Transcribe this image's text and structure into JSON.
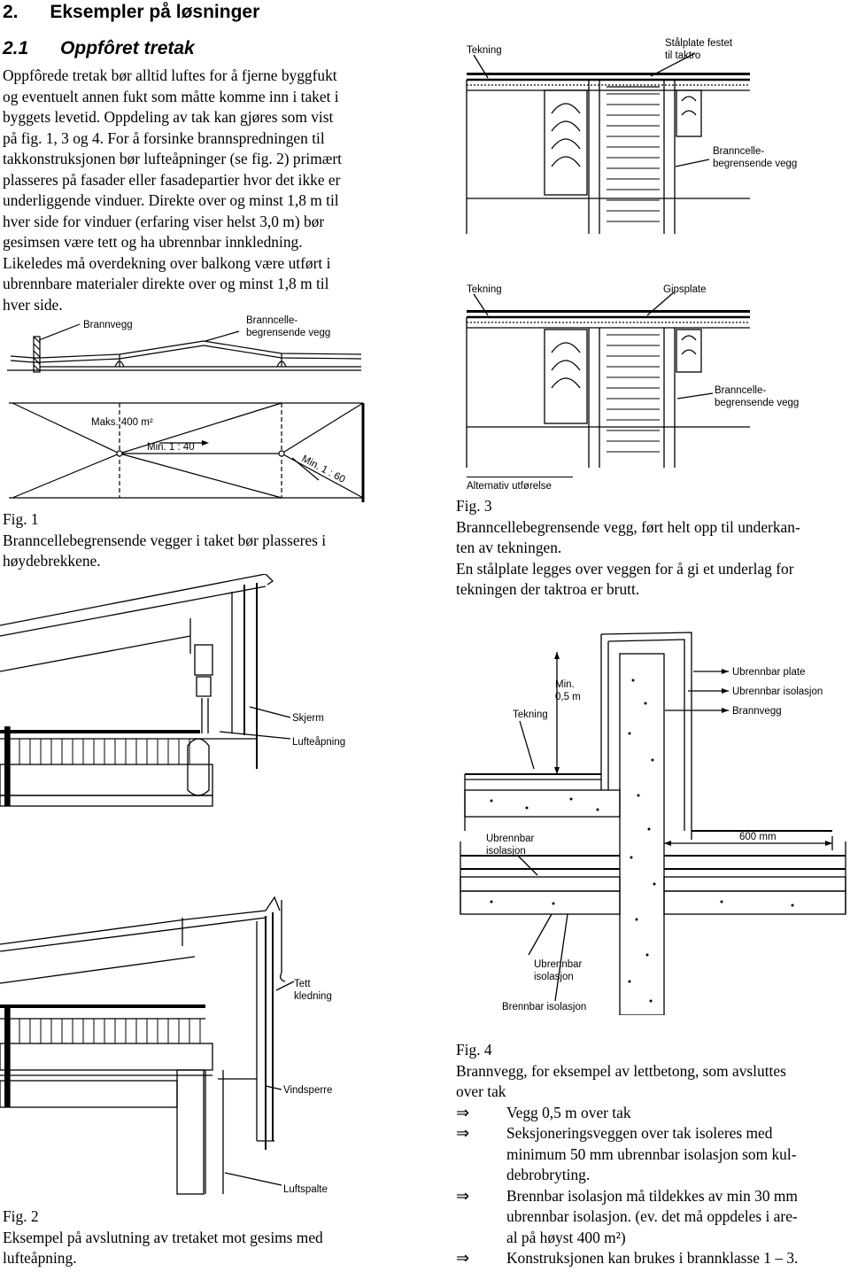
{
  "section": {
    "number": "2.",
    "title": "Eksempler på løsninger"
  },
  "subsection": {
    "number": "2.1",
    "title": "Oppfôret tretak"
  },
  "intro_lines": [
    "Oppfôrede tretak bør alltid luftes for å fjerne byggfukt",
    "og eventuelt annen fukt som måtte komme inn i taket i",
    "byggets levetid. Oppdeling av tak kan gjøres som vist",
    "på fig. 1, 3 og 4. For å forsinke brannspredningen til",
    "takkonstruksjonen bør lufteåpninger (se fig. 2) primært",
    "plasseres på fasader eller fasadepartier hvor det ikke er",
    "underliggende vinduer. Direkte over og minst 1,8 m til",
    "hver side for vinduer (erfaring viser helst 3,0 m) bør",
    "gesimsen være tett og ha ubrennbar innkledning.",
    "Likeledes må overdekning over balkong være utført i",
    "ubrennbare materialer direkte over og minst 1,8 m til",
    "hver side."
  ],
  "fig1": {
    "labels": {
      "brannvegg": "Brannvegg",
      "branncelle_1": "Branncelle-",
      "branncelle_2": "begrensende vegg",
      "maks": "Maks. 400 m²",
      "min40": "Min. 1 : 40",
      "min60": "Min. 1 : 60"
    },
    "caption_title": "Fig. 1",
    "caption_lines": [
      "Branncellebegrensende vegger i taket bør plasseres i",
      "høydebrekkene."
    ]
  },
  "fig2": {
    "labels": {
      "skjerm": "Skjerm",
      "lufteapning": "Lufteåpning",
      "tett_1": "Tett",
      "tett_2": "kledning",
      "vindsperre": "Vindsperre",
      "luftspalte": "Luftspalte"
    },
    "caption_title": "Fig. 2",
    "caption_lines": [
      "Eksempel på avslutning av tretaket mot gesims med",
      "lufteåpning."
    ]
  },
  "fig3": {
    "labels": {
      "tekning_a": "Tekning",
      "stalplate_1": "Stålplate festet",
      "stalplate_2": "til taktro",
      "branncelle_1a": "Branncelle-",
      "branncelle_2a": "begrensende vegg",
      "tekning_b": "Tekning",
      "gipsplate": "Gipsplate",
      "branncelle_1b": "Branncelle-",
      "branncelle_2b": "begrensende vegg",
      "alternativ": "Alternativ utførelse"
    },
    "caption_title": "Fig. 3",
    "caption_lines": [
      "Branncellebegrensende vegg, ført helt opp til underkan-",
      "ten av tekningen.",
      "En stålplate legges over veggen for å gi et underlag for",
      "tekningen der taktroa er brutt."
    ]
  },
  "fig4": {
    "labels": {
      "min_1": "Min.",
      "min_2": "0,5 m",
      "ubrennbar_plate": "Ubrennbar plate",
      "ubrennbar_isolasjon": "Ubrennbar isolasjon",
      "brannvegg": "Brannvegg",
      "tekning": "Tekning",
      "ubrennbar_1": "Ubrennbar",
      "ubrennbar_2": "isolasjon",
      "mm600": "600 mm",
      "ubrennbar_3": "Ubrennbar",
      "ubrennbar_4": "isolasjon",
      "brennbar": "Brennbar isolasjon"
    },
    "caption_title": "Fig. 4",
    "caption_lines": [
      "Brannvegg, for eksempel av lettbetong, som avsluttes",
      "over tak"
    ],
    "bullets": [
      [
        "Vegg 0,5 m over tak"
      ],
      [
        "Seksjoneringsveggen over tak isoleres med",
        "minimum 50 mm ubrennbar isolasjon som kul-",
        "debrobryting."
      ],
      [
        "Brennbar isolasjon må tildekkes av min 30 mm",
        "ubrennbar isolasjon.  (ev. det må oppdeles i are-",
        "al på høyst 400 m²)"
      ],
      [
        "Konstruksjonen kan brukes i brannklasse 1 – 3."
      ]
    ],
    "bullet_icon": "implies-arrow-icon"
  }
}
